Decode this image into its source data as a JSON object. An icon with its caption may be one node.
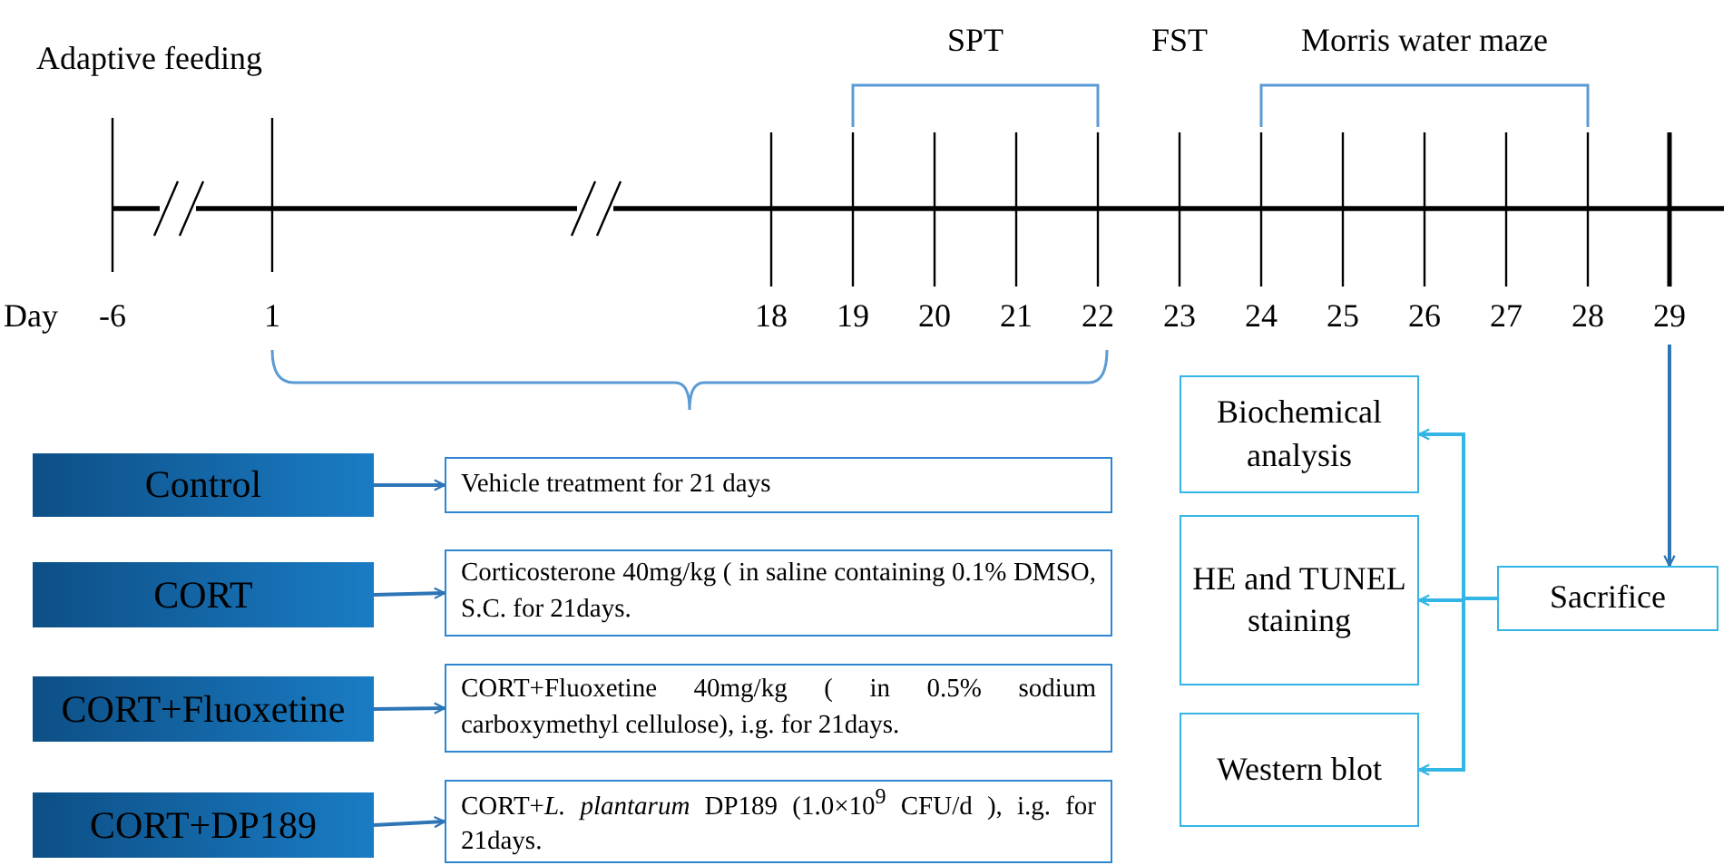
{
  "diagram": {
    "nodes": [
      {
        "text": [
          "Control"
        ]
      },
      {
        "text": [
          "Vehicle treatment for 21 days"
        ]
      },
      {
        "text": [
          "CORT"
        ]
      },
      {
        "text": [
          "Corticosterone 40mg/kg ( in saline containing 0.1% DMSO, S.C. for 21days."
        ]
      },
      {
        "text": [
          "CORT+Fluoxetine"
        ]
      },
      {
        "text": [
          "CORT+Fluoxetine 40mg/kg ( in 0.5% sodium carboxymethyl cellulose), i.g. for 21days."
        ]
      },
      {
        "text": [
          "CORT+DP189"
        ]
      },
      {
        "text": [
          "CORT+*L. plantarum* DP189 (1.0×10$^{9}$ CFU/d ), i.g. for 21days."
        ]
      },
      {
        "text": [
          "Biochemical analysis"
        ]
      },
      {
        "text": [
          "HE and TUNEL staining"
        ]
      },
      {
        "text": [
          "Western blot"
        ]
      },
      {
        "text": [
          "Sacrifice"
        ]
      }
    ],
    "edges": [
      {
        "from": 0,
        "to": 1,
        "arrow": "to"
      },
      {
        "from": 2,
        "to": 3,
        "arrow": "to"
      },
      {
        "from": 4,
        "to": 5,
        "arrow": "to"
      },
      {
        "from": 6,
        "to": 7,
        "arrow": "to"
      },
      {
        "from": 11,
        "to": 8,
        "arrow": "to",
        "color": "#33b5e5"
      },
      {
        "from": 11,
        "to": 9,
        "arrow": "to",
        "color": "#33b5e5"
      },
      {
        "from": 11,
        "to": 10,
        "arrow": "to",
        "color": "#33b5e5"
      },
      {
        "from": null,
        "to": 11,
        "arrow": "to"
      }
    ],
    "labels": [
      "Adaptive feeding",
      "SPT",
      "FST",
      "Morris water maze",
      "Day",
      "-6",
      "1",
      "18",
      "19",
      "20",
      "21",
      "22",
      "23",
      "24",
      "25",
      "26",
      "27",
      "28",
      "29"
    ]
  }
}
